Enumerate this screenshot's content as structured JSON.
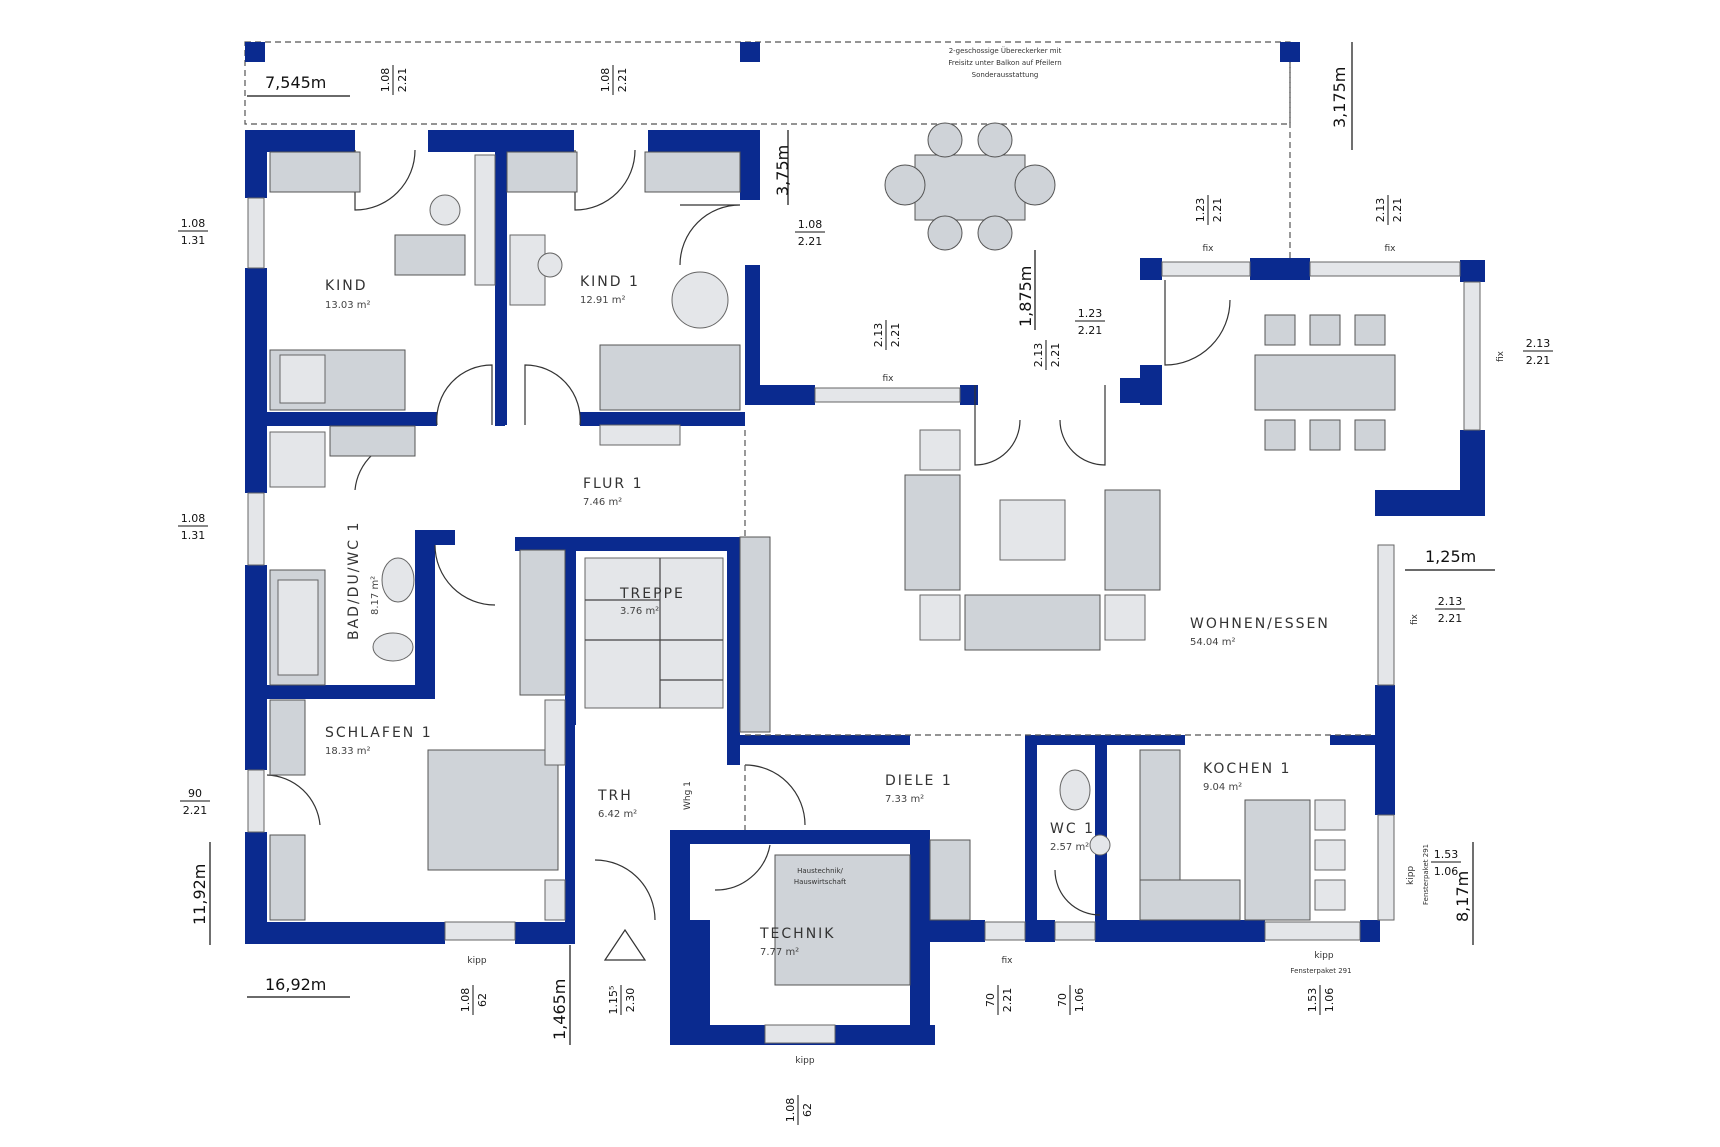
{
  "rooms": {
    "kind": {
      "name": "KIND",
      "area": "13.03 m²"
    },
    "kind1": {
      "name": "KIND 1",
      "area": "12.91 m²"
    },
    "flur1": {
      "name": "FLUR 1",
      "area": "7.46 m²"
    },
    "bad": {
      "name": "BAD/DU/WC 1",
      "area": "8.17 m²"
    },
    "treppe": {
      "name": "TREPPE",
      "area": "3.76 m²"
    },
    "wohnen": {
      "name": "WOHNEN/ESSEN",
      "area": "54.04 m²"
    },
    "schlafen1": {
      "name": "SCHLAFEN 1",
      "area": "18.33 m²"
    },
    "trh": {
      "name": "TRH",
      "area": "6.42 m²"
    },
    "diele1": {
      "name": "DIELE 1",
      "area": "7.33 m²"
    },
    "wc1": {
      "name": "WC 1",
      "area": "2.57 m²"
    },
    "kochen1": {
      "name": "KOCHEN 1",
      "area": "9.04 m²"
    },
    "technik": {
      "name": "TECHNIK",
      "area": "7.77 m²"
    }
  },
  "dimensions": {
    "top_left": "7,545m",
    "top_right": "3,175m",
    "kind1_right": "3,75m",
    "wohnen_top": "1,875m",
    "right_side": "1,25m",
    "left_height": "11,92m",
    "right_height": "8,17m",
    "bottom_width": "16,92m",
    "entrance_depth": "1,465m"
  },
  "window_labels": {
    "w1": [
      "1.08",
      "2.21"
    ],
    "w2": [
      "1.08",
      "2.21"
    ],
    "w3": [
      "1.08",
      "1.31"
    ],
    "w4": [
      "1.08",
      "2.21"
    ],
    "w5": [
      "1.23",
      "2.21"
    ],
    "w6": [
      "2.13",
      "2.21"
    ],
    "w7": [
      "2.13",
      "2.21"
    ],
    "w8": [
      "2.13",
      "2.21"
    ],
    "w9": [
      "1.23",
      "2.21"
    ],
    "w10": [
      "2.13",
      "2.21"
    ],
    "w11": [
      "1.08",
      "1.31"
    ],
    "w12": [
      "2.13",
      "2.21"
    ],
    "w13": [
      "90",
      "2.21"
    ],
    "w14": [
      "1.53",
      "1.06"
    ],
    "w15": [
      "1.08",
      "62"
    ],
    "w16": [
      "1.15⁵",
      "2.30"
    ],
    "w17": [
      "70",
      "2.21"
    ],
    "w18": [
      "70",
      "1.06"
    ],
    "w19": [
      "1.53",
      "1.06"
    ],
    "w20": [
      "1.08",
      "62"
    ]
  },
  "notes": {
    "balcony_1": "2-geschossige Übereckerker mit",
    "balcony_2": "Freisitz unter Balkon auf Pfeilern",
    "balcony_3": "Sonderausstattung",
    "fix": "fix",
    "kipp": "kipp",
    "fensterpaket": "Fensterpaket 291",
    "haustechnik_1": "Haustechnik/",
    "haustechnik_2": "Hauswirtschaft",
    "whg": "Whg 1"
  }
}
